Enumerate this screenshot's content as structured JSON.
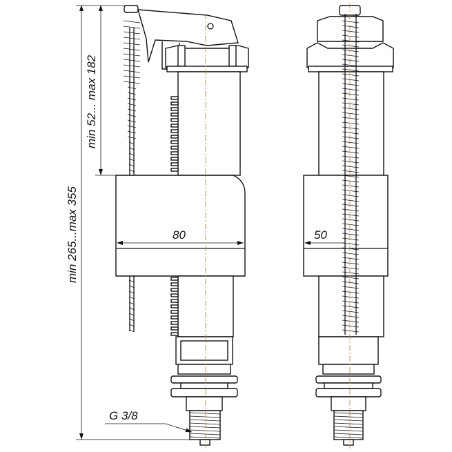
{
  "dimensions": {
    "overall_height": "min 265...max 355",
    "upper_travel": "min 52... max 182",
    "float_width_side": "80",
    "float_width_front": "50",
    "thread": "G 3/8"
  },
  "colors": {
    "line": "#111111",
    "axis": "#c98a3a",
    "background": "#ffffff"
  }
}
